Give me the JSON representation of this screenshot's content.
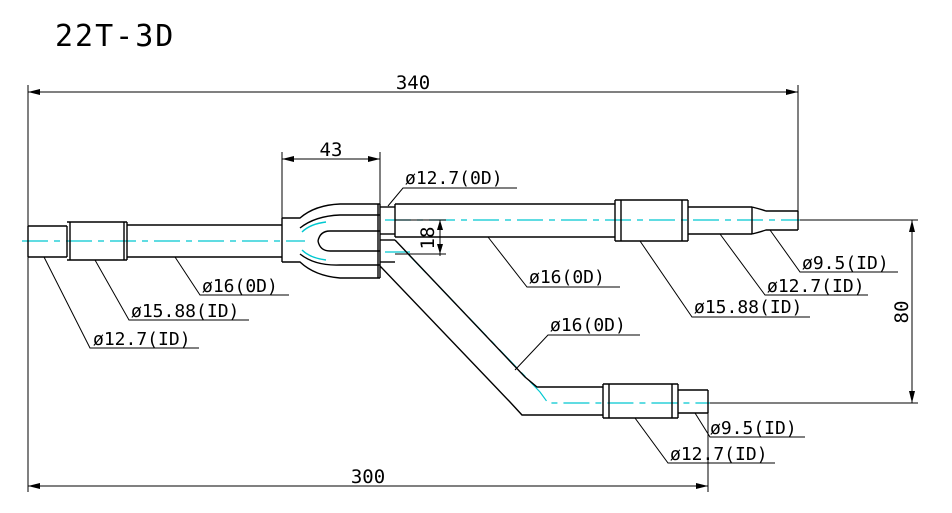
{
  "drawing": {
    "title": "22T-3D",
    "colors": {
      "outline": "#000000",
      "centerline": "#00c8d0",
      "background": "#ffffff"
    },
    "dimensions": {
      "overall_top": "340",
      "overall_bottom": "300",
      "joint_length": "43",
      "branch_gap": "18",
      "branch_offset": "80"
    },
    "labels": {
      "inlet_end_id": "ø12.7(ID)",
      "inlet_mid_id": "ø15.88(ID)",
      "inlet_pipe_od": "ø16(0D)",
      "upper_joint_od": "ø12.7(0D)",
      "upper_pipe_od": "ø16(0D)",
      "upper_mid_id": "ø15.88(ID)",
      "upper_end_id_a": "ø12.7(ID)",
      "upper_end_id_b": "ø9.5(ID)",
      "lower_pipe_od": "ø16(0D)",
      "lower_end_id_a": "ø9.5(ID)",
      "lower_end_id_b": "ø12.7(ID)"
    }
  }
}
